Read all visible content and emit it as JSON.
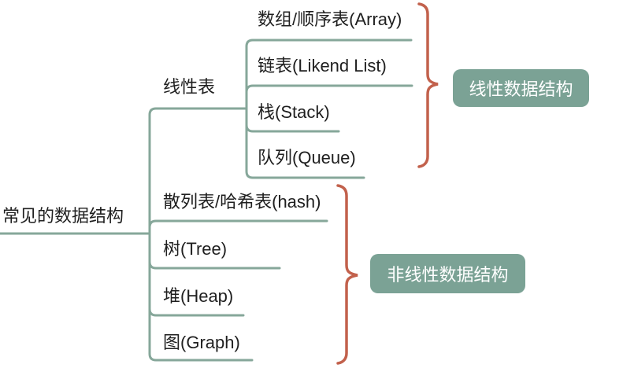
{
  "diagram": {
    "type": "mindmap",
    "root": {
      "label": "常见的数据结构"
    },
    "branches": [
      {
        "label": "线性表",
        "children": [
          {
            "label": "数组/顺序表(Array)"
          },
          {
            "label": "链表(Likend List)"
          },
          {
            "label": "栈(Stack)"
          },
          {
            "label": "队列(Queue)"
          }
        ]
      },
      {
        "label": "散列表/哈希表(hash)"
      },
      {
        "label": "树(Tree)"
      },
      {
        "label": "堆(Heap)"
      },
      {
        "label": "图(Graph)"
      }
    ],
    "group_labels": [
      {
        "label": "线性数据结构"
      },
      {
        "label": "非线性数据结构"
      }
    ],
    "colors": {
      "connector_green": "#86a79a",
      "brace_red": "#c2614c",
      "group_box_fill": "#7ba295",
      "group_box_text": "#ffffff",
      "node_text": "#1f1f1f",
      "background": "#ffffff"
    }
  }
}
